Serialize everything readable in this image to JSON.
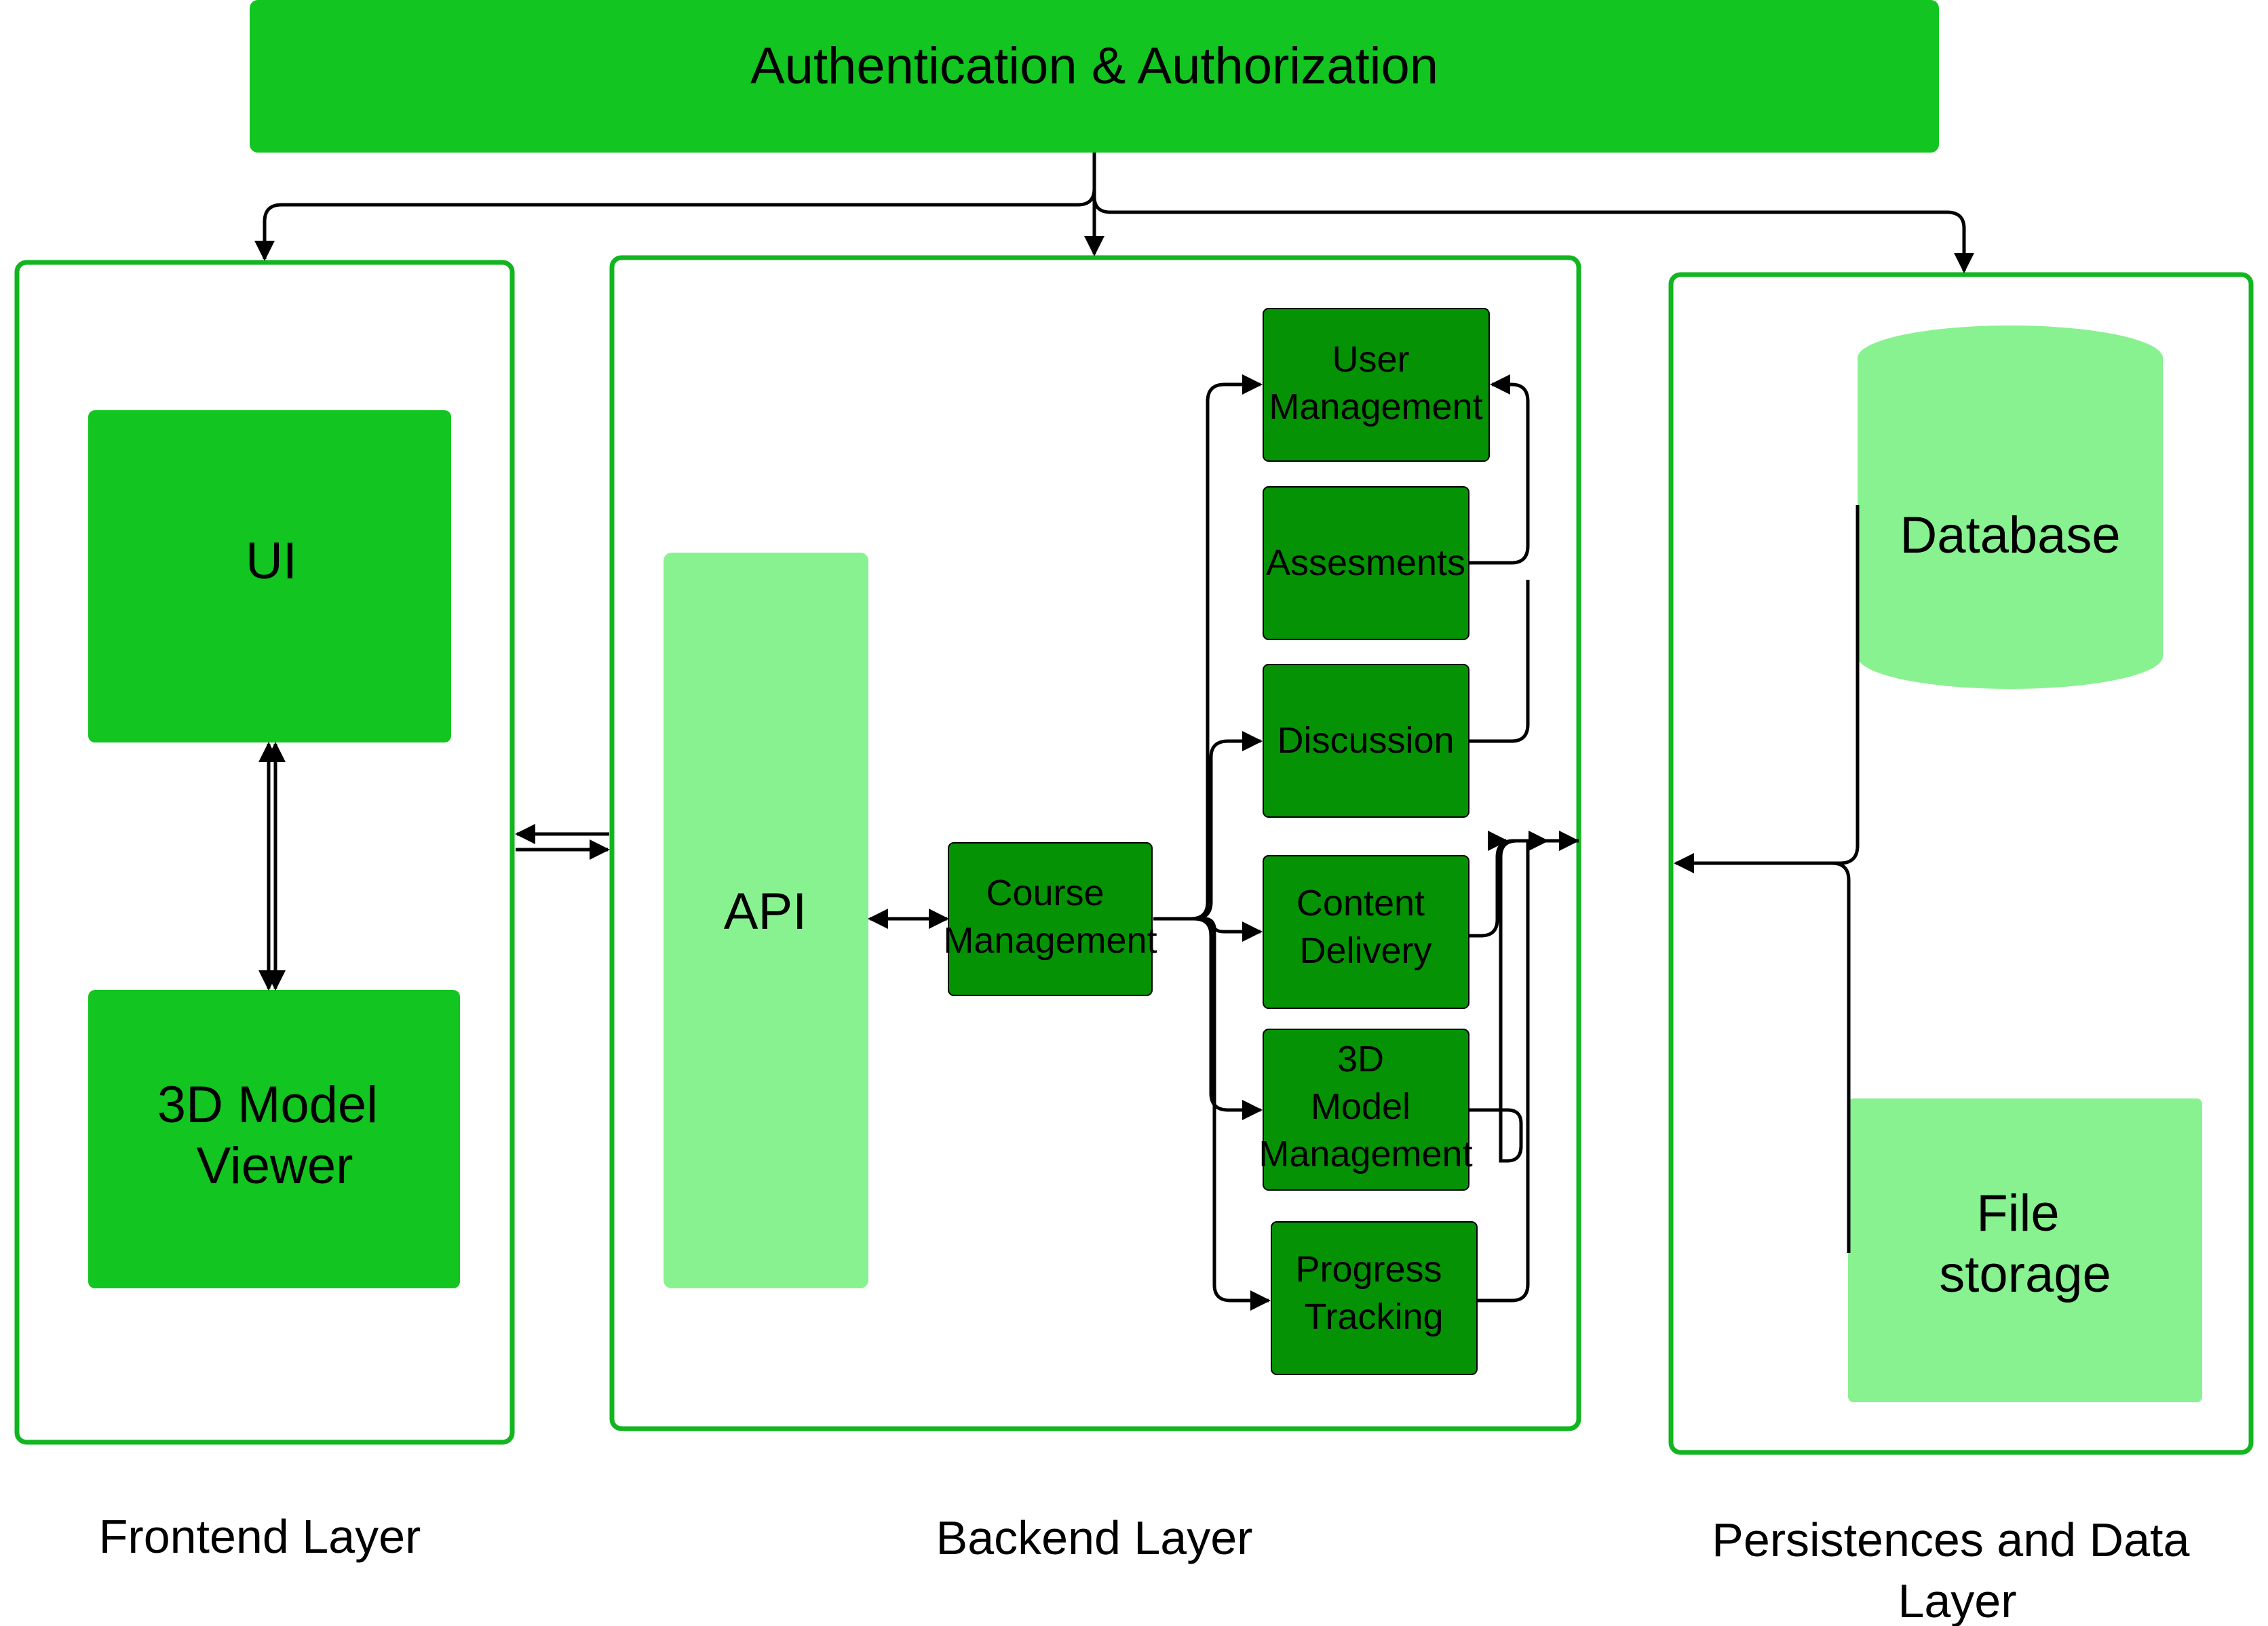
{
  "colors": {
    "bright_green": "#12C520",
    "light_green": "#88F290",
    "service_green": "#059205",
    "layer_border": "#12B520",
    "stroke": "#000000"
  },
  "auth": {
    "label": "Authentication & Authorization"
  },
  "frontend": {
    "caption": "Frontend Layer",
    "ui_label": "UI",
    "viewer_label": [
      "3D Model",
      "Viewer"
    ]
  },
  "backend": {
    "caption": "Backend Layer",
    "api_label": "API",
    "course_label": [
      "Course",
      "Management"
    ],
    "services": [
      {
        "id": "user",
        "lines": [
          "User",
          "Management"
        ]
      },
      {
        "id": "assessments",
        "lines": [
          "Assesments"
        ]
      },
      {
        "id": "discussion",
        "lines": [
          "Discussion"
        ]
      },
      {
        "id": "content",
        "lines": [
          "Content",
          "Delivery"
        ]
      },
      {
        "id": "model",
        "lines": [
          "3D",
          "Model",
          "Management"
        ]
      },
      {
        "id": "progress",
        "lines": [
          "Progress",
          "Tracking"
        ]
      }
    ]
  },
  "persistence": {
    "caption": [
      "Persistences and Data",
      "Layer"
    ],
    "database_label": "Database",
    "file_label": [
      "File",
      "storage"
    ]
  }
}
